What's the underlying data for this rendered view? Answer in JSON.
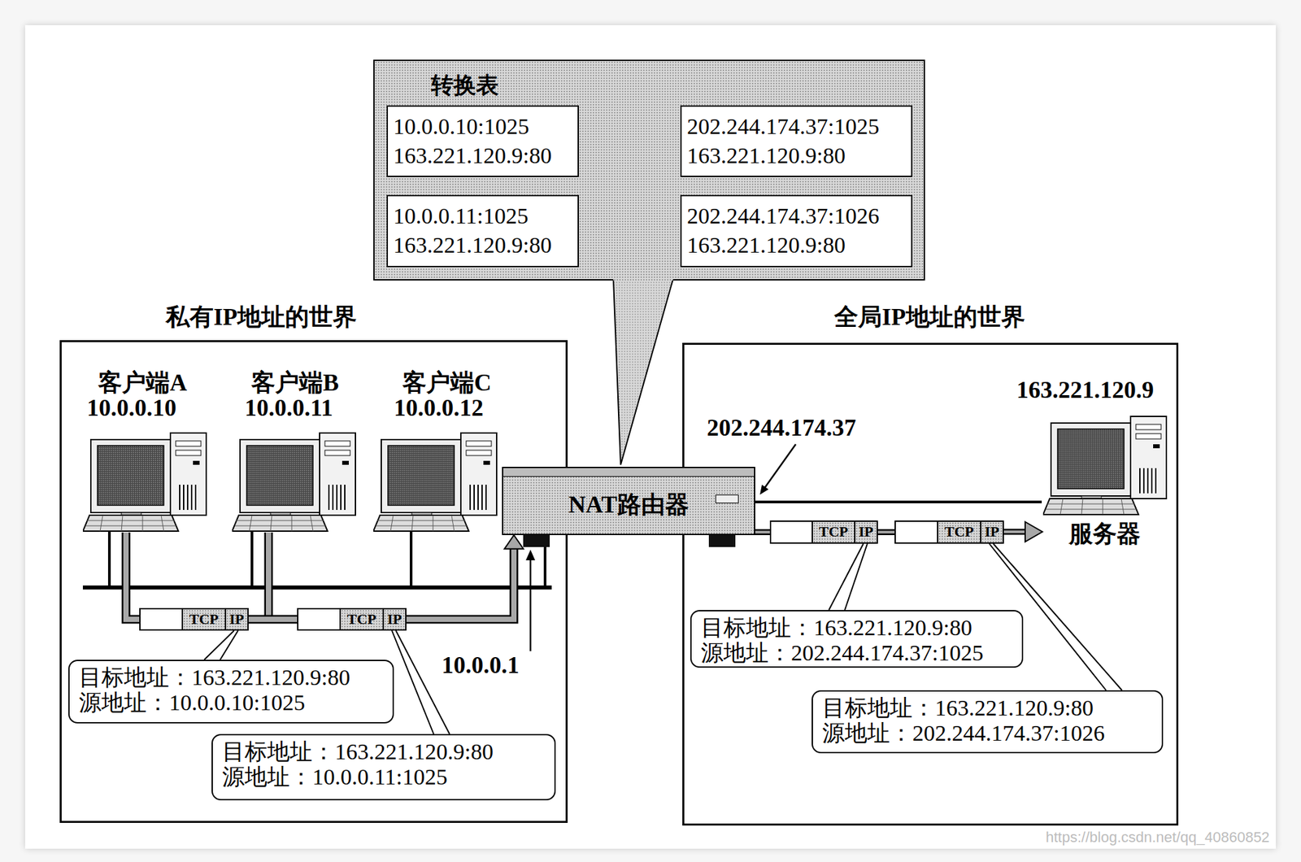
{
  "diagram": {
    "nodes": [
      {
        "text": [
          "转换表"
        ]
      },
      {
        "text": [
          "10.0.0.10:1025",
          "163.221.120.9:80"
        ],
        "in": 0
      },
      {
        "text": [
          "202.244.174.37:1025",
          "163.221.120.9:80"
        ],
        "in": 0
      },
      {
        "text": [
          "10.0.0.11:1025",
          "163.221.120.9:80"
        ],
        "in": 0
      },
      {
        "text": [
          "202.244.174.37:1026",
          "163.221.120.9:80"
        ],
        "in": 0
      },
      {
        "text": [
          "私有IP地址的世界"
        ]
      },
      {
        "text": [
          "TCP",
          "IP"
        ],
        "in": 5
      },
      {
        "text": [
          "TCP",
          "IP"
        ],
        "in": 5
      },
      {
        "text": [
          "目标地址：163.221.120.9:80",
          "源地址：10.0.0.10:1025"
        ],
        "in": 5
      },
      {
        "text": [
          "目标地址：163.221.120.9:80",
          "源地址：10.0.0.11:1025"
        ],
        "in": 5
      },
      {
        "text": [
          "NAT路由器"
        ]
      },
      {
        "text": [
          "全局IP地址的世界"
        ]
      },
      {
        "text": [
          "TCP",
          "IP"
        ],
        "in": 11
      },
      {
        "text": [
          "TCP",
          "IP"
        ],
        "in": 11
      },
      {
        "text": [
          "目标地址：163.221.120.9:80",
          "源地址：202.244.174.37:1025"
        ],
        "in": 11
      },
      {
        "text": [
          "目标地址：163.221.120.9:80",
          "源地址：202.244.174.37:1026"
        ],
        "in": 11
      }
    ],
    "edges": [
      {
        "from": 1,
        "to": 2,
        "arrow": "both"
      },
      {
        "from": 3,
        "to": 4,
        "arrow": "both"
      },
      {
        "from": 0,
        "to": 10,
        "arrow": "none"
      },
      {
        "from": 6,
        "to": 7,
        "arrow": "none"
      },
      {
        "from": 7,
        "to": 10,
        "arrow": "to"
      },
      {
        "from": 6,
        "to": 8,
        "arrow": "none"
      },
      {
        "from": 7,
        "to": 9,
        "arrow": "none"
      },
      {
        "from": 10,
        "to": 12,
        "arrow": "none"
      },
      {
        "from": 12,
        "to": 13,
        "arrow": "none"
      },
      {
        "from": 12,
        "to": 14,
        "arrow": "none"
      },
      {
        "from": 13,
        "to": 15,
        "arrow": "none"
      }
    ],
    "labels": [
      "客户端A",
      "10.0.0.10",
      "客户端B",
      "10.0.0.11",
      "客户端C",
      "10.0.0.12",
      "202.244.174.37",
      "163.221.120.9",
      "服务器",
      "10.0.0.1",
      "https://blog.csdn.net/qq_40860852"
    ]
  }
}
